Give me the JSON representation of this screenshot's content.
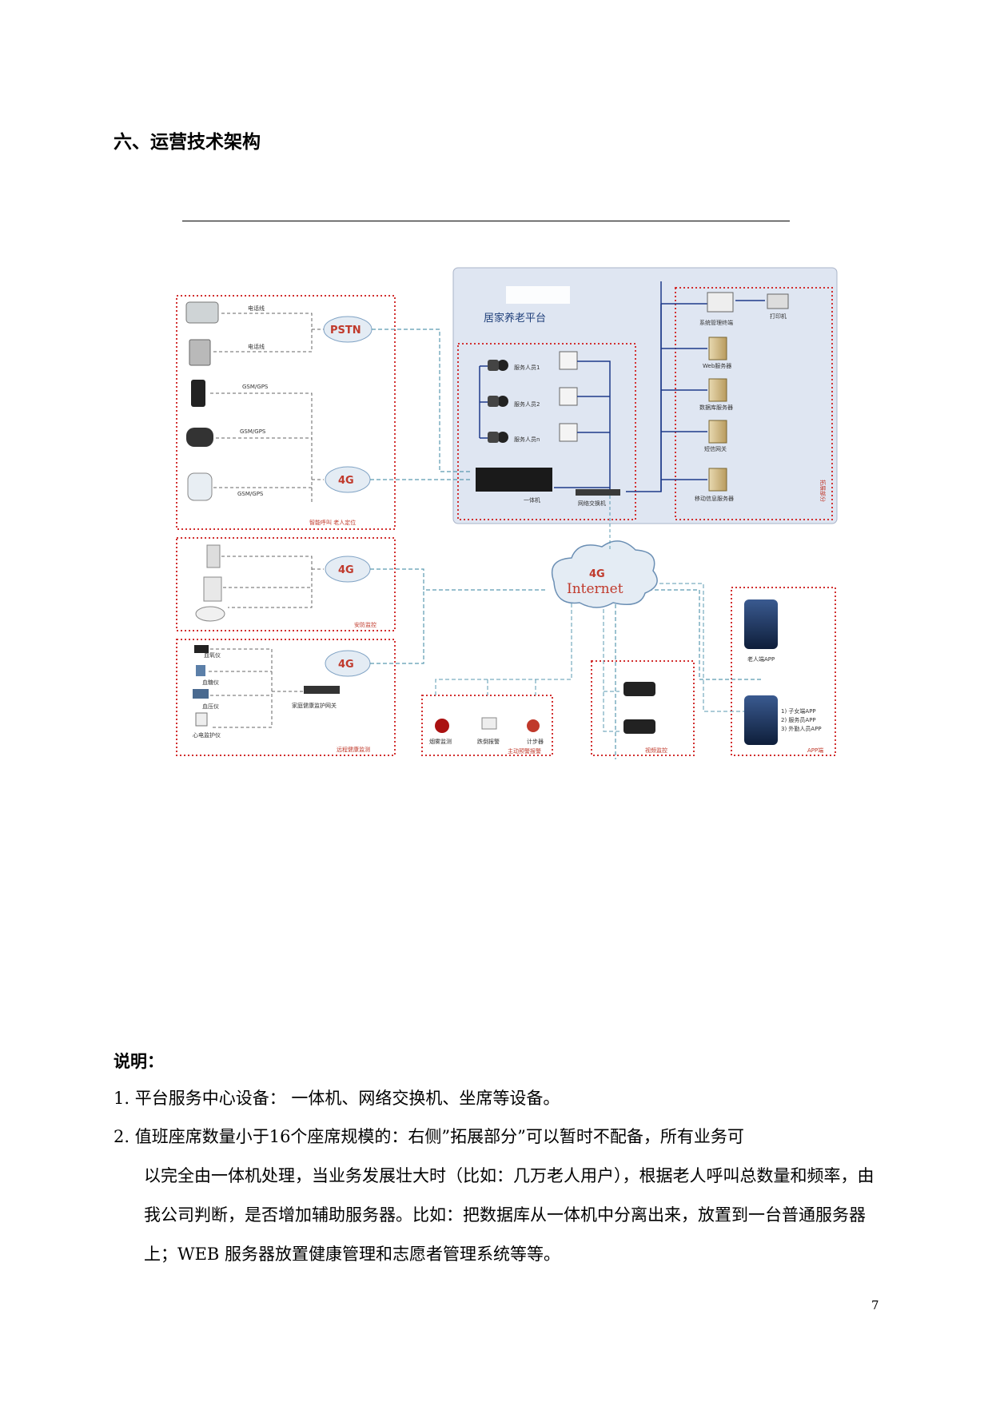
{
  "section_heading": "六、运营技术架构",
  "diagram": {
    "platform_title": "居家养老平台",
    "clouds": {
      "pstn": "PSTN",
      "g4_a": "4G",
      "g4_b": "4G",
      "g4_c": "4G",
      "internet_4g": "4G",
      "internet": "Internet"
    },
    "left_links": [
      "电话线",
      "电话线",
      "GSM/GPS",
      "GSM/GPS",
      "GSM/GPS"
    ],
    "group_labels": {
      "elderly_terminals": "智能呼叫 老人定位",
      "security": "安防监控",
      "health": "远程健康监测",
      "home_alarm": "主动预警报警",
      "video": "视频监控",
      "apps": "APP端",
      "expand": "拓展部分"
    },
    "health_devices": [
      "血氧仪",
      "血糖仪",
      "血压仪",
      "心电监护仪"
    ],
    "health_gateway": "家庭健康监护网关",
    "service_staff": [
      "服务人员1",
      "服务人员2",
      "服务人员n"
    ],
    "all_in_one": "一体机",
    "switch": "网络交换机",
    "servers": [
      "系统管理终端",
      "Web服务器",
      "数据库服务器",
      "短信网关",
      "移动信息服务器"
    ],
    "printer": "打印机",
    "home_alarm_devices": [
      "烟雾监测",
      "跌倒报警",
      "计步器"
    ],
    "app_elderly": "老人端APP",
    "app_list": [
      "1) 子女端APP",
      "2) 服务员APP",
      "3) 外勤人员APP"
    ]
  },
  "notes": {
    "title": "说明：",
    "item1": "1.  平台服务中心设备：  一体机、网络交换机、坐席等设备。",
    "item2_line1": "2. 值班座席数量小于16个座席规模的：右侧”拓展部分”可以暂时不配备，所有业务可",
    "item2_rest": "以完全由一体机处理，当业务发展壮大时（比如：几万老人用户），根据老人呼叫总数量和频率，由我公司判断，是否增加辅助服务器。比如：把数据库从一体机中分离出来，放置到一台普通服务器上；WEB 服务器放置健康管理和志愿者管理系统等等。"
  },
  "page_number": "7",
  "colors": {
    "dotted_border": "#d23030",
    "platform_bg": "#dfe6f2",
    "link_line": "#5a9ab0",
    "server_line": "#1e3a8a"
  }
}
